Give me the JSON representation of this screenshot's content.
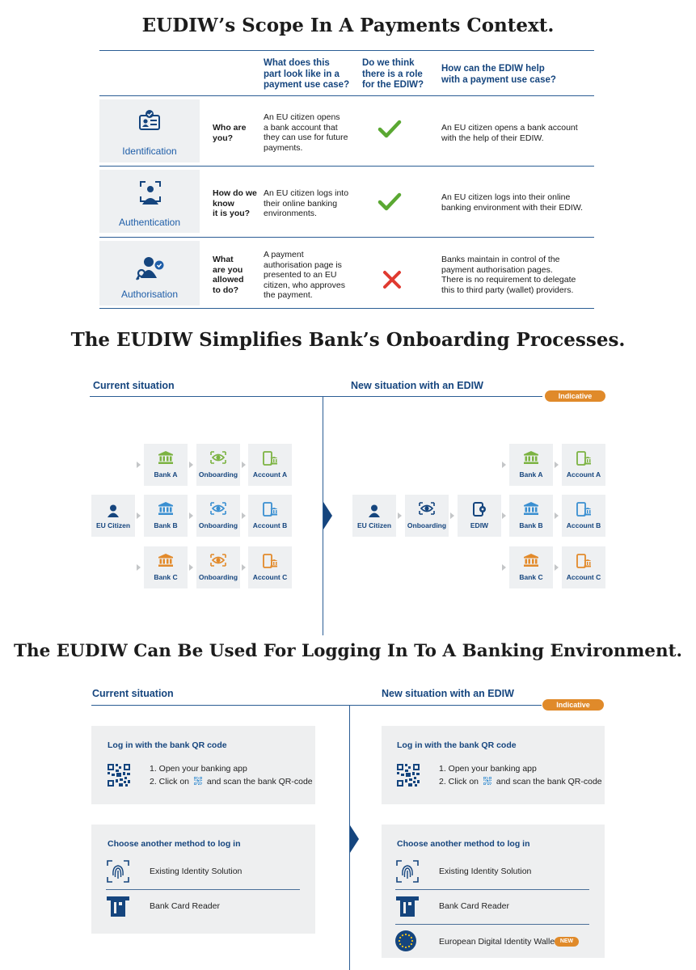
{
  "titles": {
    "scope": "EUDIW’s Scope In A Payments Context.",
    "onboarding": "The EUDIW Simplifies Bank’s Onboarding Processes.",
    "login": "The EUDIW Can Be Used For Logging In To A Banking Environment."
  },
  "table": {
    "headers": {
      "col2": [
        "What does this",
        "part look like in a",
        "payment use case?"
      ],
      "col3": [
        "Do we think",
        "there is a role",
        "for the EDIW?"
      ],
      "col4": [
        "How can the EDIW help",
        "with a payment use case?"
      ]
    },
    "rows": [
      {
        "label": "Identification",
        "icon": "id-card-icon",
        "question": [
          "Who are",
          "you?"
        ],
        "description": [
          "An EU citizen opens",
          "a bank account that",
          "they can use for future",
          "payments."
        ],
        "role": "yes",
        "help": [
          "An EU citizen opens a bank account",
          "with the help of their EDIW."
        ]
      },
      {
        "label": "Authentication",
        "icon": "face-scan-icon",
        "question": [
          "How do we",
          "know",
          "it is you?"
        ],
        "description": [
          "An EU citizen logs into",
          "their online banking",
          "environments."
        ],
        "role": "yes",
        "help": [
          "An EU citizen logs into their online",
          "banking environment with their EDIW."
        ]
      },
      {
        "label": "Authorisation",
        "icon": "user-key-icon",
        "question": [
          "What",
          "are you",
          "allowed",
          "to do?"
        ],
        "description": [
          "A payment",
          "authorisation page is",
          "presented to an EU",
          "citizen, who approves",
          "the payment."
        ],
        "role": "no",
        "help": [
          "Banks maintain in control of the",
          "payment authorisation pages.",
          "There is no requirement to delegate",
          "this to third party (wallet) providers."
        ]
      }
    ]
  },
  "onboarding": {
    "current_label": "Current situation",
    "new_label": "New situation with an EDIW",
    "badge": "Indicative",
    "current": {
      "citizen": "EU Citizen",
      "rows": [
        {
          "bank": "Bank A",
          "onboarding": "Onboarding",
          "account": "Account A",
          "color": "#7cb342"
        },
        {
          "bank": "Bank B",
          "onboarding": "Onboarding",
          "account": "Account B",
          "color": "#3a8fd1"
        },
        {
          "bank": "Bank C",
          "onboarding": "Onboarding",
          "account": "Account C",
          "color": "#e28a2b"
        }
      ]
    },
    "new": {
      "citizen": "EU Citizen",
      "onboarding": "Onboarding",
      "wallet": "EDIW",
      "rows": [
        {
          "bank": "Bank A",
          "account": "Account A",
          "color": "#7cb342"
        },
        {
          "bank": "Bank B",
          "account": "Account B",
          "color": "#3a8fd1"
        },
        {
          "bank": "Bank C",
          "account": "Account C",
          "color": "#e28a2b"
        }
      ]
    }
  },
  "login": {
    "current_label": "Current situation",
    "new_label": "New situation with an EDIW",
    "badge": "Indicative",
    "qr_title": "Log in with the bank QR code",
    "qr_step1": "1. Open your banking app",
    "qr_step2_a": "2. Click on",
    "qr_step2_b": "and scan the bank QR-code",
    "other_title": "Choose another method to log in",
    "methods": {
      "identity": "Existing Identity Solution",
      "card": "Bank Card Reader",
      "wallet": "European Digital Identity Wallet",
      "new_badge": "NEW"
    }
  },
  "colors": {
    "navy": "#15457e",
    "green_check": "#5aa832",
    "red_cross": "#e03a30",
    "orange": "#e08a2a",
    "panel_gray": "#eeeff0"
  }
}
